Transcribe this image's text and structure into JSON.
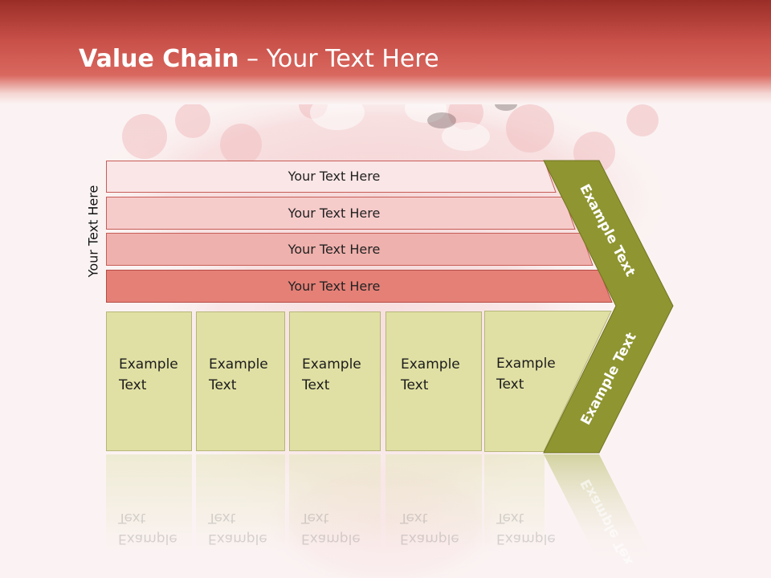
{
  "slide": {
    "title_bold": "Value Chain",
    "title_rest": " – Your Text Here",
    "side_label": "Your Text Here"
  },
  "layers": [
    {
      "label": "Your Text Here",
      "color": "#fae6e6"
    },
    {
      "label": "Your Text Here",
      "color": "#f6cccb"
    },
    {
      "label": "Your Text Here",
      "color": "#efb1ad"
    },
    {
      "label": "Your Text Here",
      "color": "#e58077"
    }
  ],
  "activities": [
    {
      "line1": "Example",
      "line2": "Text"
    },
    {
      "line1": "Example",
      "line2": "Text"
    },
    {
      "line1": "Example",
      "line2": "Text"
    },
    {
      "line1": "Example",
      "line2": "Text"
    },
    {
      "line1": "Example",
      "line2": "Text"
    }
  ],
  "chevron": {
    "upper_text": "Example Text",
    "lower_text": "Example Text",
    "color": "#8f9530"
  },
  "colors": {
    "header_dark": "#9a2e27",
    "header_light": "#d9685f",
    "activity_fill": "#e0e0a4"
  }
}
